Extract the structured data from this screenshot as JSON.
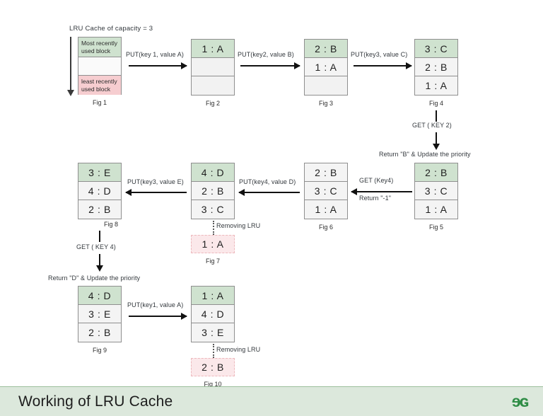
{
  "header": {
    "caption": "LRU Cache of capacity = 3"
  },
  "footer": {
    "title": "Working of LRU Cache",
    "logo": "geeksforgeeks-logo",
    "logo_glyph": "ɘɢ",
    "band_color": "#dce8dc",
    "logo_color": "#2f8d46"
  },
  "colors": {
    "mru_green": "#cfe2cf",
    "lru_pink": "#f6cdd0",
    "cell_bg": "#f4f4f4",
    "border": "#8f8f8f",
    "removed_bg": "#fbe8ea",
    "removed_border": "#edb9bd",
    "arrow": "#111111"
  },
  "figures": [
    {
      "id": "fig1",
      "label": "Fig 1",
      "cells": [
        {
          "text": "Most recently used block",
          "state": "mru"
        },
        {
          "text": "",
          "state": "empty"
        },
        {
          "text": "least recently used block",
          "state": "lru"
        }
      ]
    },
    {
      "id": "fig2",
      "label": "Fig 2",
      "cells": [
        {
          "text": "1 : A",
          "state": "mru"
        },
        {
          "text": "",
          "state": "empty"
        },
        {
          "text": "",
          "state": "empty"
        }
      ]
    },
    {
      "id": "fig3",
      "label": "Fig 3",
      "cells": [
        {
          "text": "2 : B",
          "state": "mru"
        },
        {
          "text": "1 : A",
          "state": "normal"
        },
        {
          "text": "",
          "state": "empty"
        }
      ]
    },
    {
      "id": "fig4",
      "label": "Fig 4",
      "cells": [
        {
          "text": "3 : C",
          "state": "mru"
        },
        {
          "text": "2 : B",
          "state": "normal"
        },
        {
          "text": "1 : A",
          "state": "normal"
        }
      ]
    },
    {
      "id": "fig5",
      "label": "Fig 5",
      "cells": [
        {
          "text": "2 : B",
          "state": "mru"
        },
        {
          "text": "3 : C",
          "state": "normal"
        },
        {
          "text": "1 : A",
          "state": "normal"
        }
      ]
    },
    {
      "id": "fig6",
      "label": "Fig 6",
      "cells": [
        {
          "text": "2 : B",
          "state": "normal"
        },
        {
          "text": "3 : C",
          "state": "normal"
        },
        {
          "text": "1 : A",
          "state": "normal"
        }
      ]
    },
    {
      "id": "fig7",
      "label": "Fig 7",
      "cells": [
        {
          "text": "4 : D",
          "state": "mru"
        },
        {
          "text": "2 : B",
          "state": "normal"
        },
        {
          "text": "3 : C",
          "state": "normal"
        }
      ],
      "evicted": {
        "text": "1 : A",
        "note": "Removing LRU"
      }
    },
    {
      "id": "fig8",
      "label": "Fig 8",
      "cells": [
        {
          "text": "3 : E",
          "state": "mru"
        },
        {
          "text": "4 : D",
          "state": "normal"
        },
        {
          "text": "2 : B",
          "state": "normal"
        }
      ]
    },
    {
      "id": "fig9",
      "label": "Fig 9",
      "cells": [
        {
          "text": "4 : D",
          "state": "mru"
        },
        {
          "text": "3 : E",
          "state": "normal"
        },
        {
          "text": "2 : B",
          "state": "normal"
        }
      ]
    },
    {
      "id": "fig10",
      "label": "Fig 10",
      "cells": [
        {
          "text": "1 : A",
          "state": "mru"
        },
        {
          "text": "4 : D",
          "state": "normal"
        },
        {
          "text": "3 : E",
          "state": "normal"
        }
      ],
      "evicted": {
        "text": "2 : B",
        "note": "Removing LRU"
      }
    }
  ],
  "operations": {
    "put_key1_a_top": "PUT(key 1, value A)",
    "put_key2_b": "PUT(key2, value B)",
    "put_key3_c": "PUT(key3, value C)",
    "get_key2": "GET ( KEY 2)",
    "return_b": "Return \"B\" & Update the priority",
    "get_key4": "GET (Key4)",
    "return_minus_one": "Return \"-1\"",
    "put_key4_d": "PUT(key4, value D)",
    "put_key3_e": "PUT(key3, value E)",
    "get_key4_lower": "GET ( KEY 4)",
    "return_d": "Return \"D\" & Update the priority",
    "put_key1_a_bottom": "PUT(key1, value A)",
    "removing_lru_fig7": "Removing LRU",
    "removing_lru_fig10": "Removing LRU"
  }
}
